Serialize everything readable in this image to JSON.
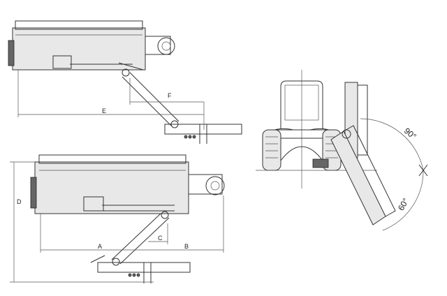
{
  "labels": {
    "top": {
      "e": "E",
      "f": "F"
    },
    "bottom": {
      "d": "D",
      "a": "A",
      "b": "B",
      "c": "C"
    },
    "angles": {
      "up": "90°",
      "down": "60°"
    }
  }
}
